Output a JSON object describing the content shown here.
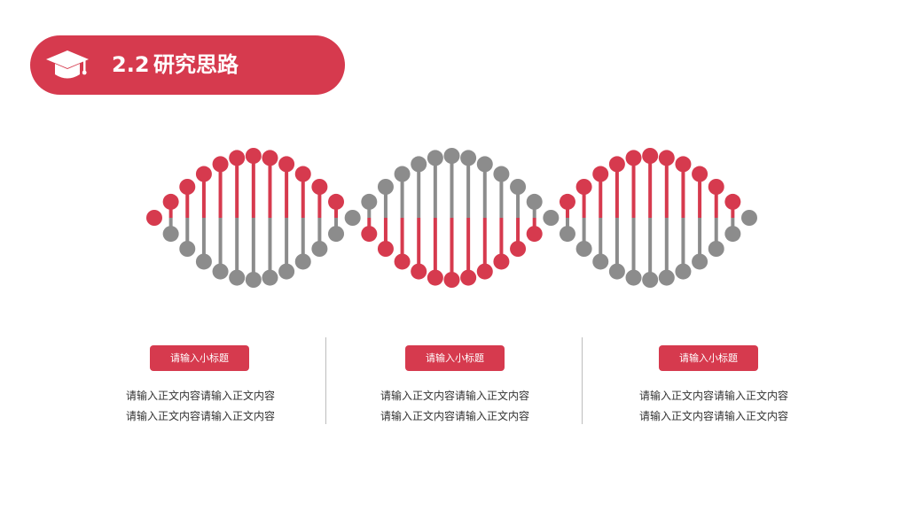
{
  "header": {
    "section_number": "2.2",
    "title": "研究思路",
    "icon": "graduation-cap-icon"
  },
  "colors": {
    "accent": "#d63a4e",
    "helix_gray": "#8c8c8c",
    "divider": "#bdbdbd",
    "text": "#333333"
  },
  "columns": [
    {
      "subtitle": "请输入小标题",
      "lines": [
        "请输入正文内容请输入正文内容",
        "请输入正文内容请输入正文内容"
      ]
    },
    {
      "subtitle": "请输入小标题",
      "lines": [
        "请输入正文内容请输入正文内容",
        "请输入正文内容请输入正文内容"
      ]
    },
    {
      "subtitle": "请输入小标题",
      "lines": [
        "请输入正文内容请输入正文内容",
        "请输入正文内容请输入正文内容"
      ]
    }
  ]
}
